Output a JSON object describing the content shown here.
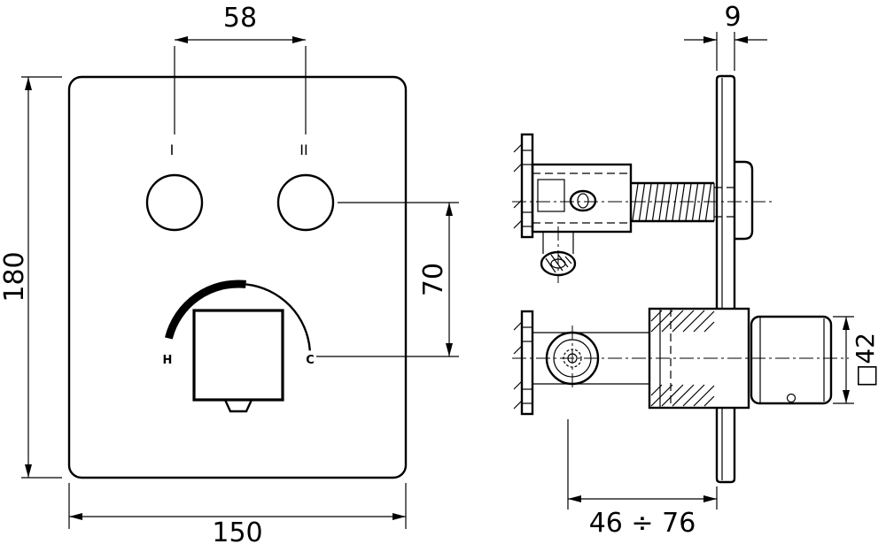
{
  "front_view": {
    "dim_button_spacing": "58",
    "dim_height": "180",
    "dim_width": "150",
    "dim_button_to_knob": "70",
    "button_left_label": "I",
    "button_right_label": "II",
    "hot_label": "H",
    "cold_label": "C"
  },
  "side_view": {
    "dim_plate_thickness": "9",
    "dim_handle_square": "□42",
    "dim_installation_depth": "46 ÷ 76"
  },
  "colors": {
    "line": "#000000",
    "background": "#ffffff"
  }
}
